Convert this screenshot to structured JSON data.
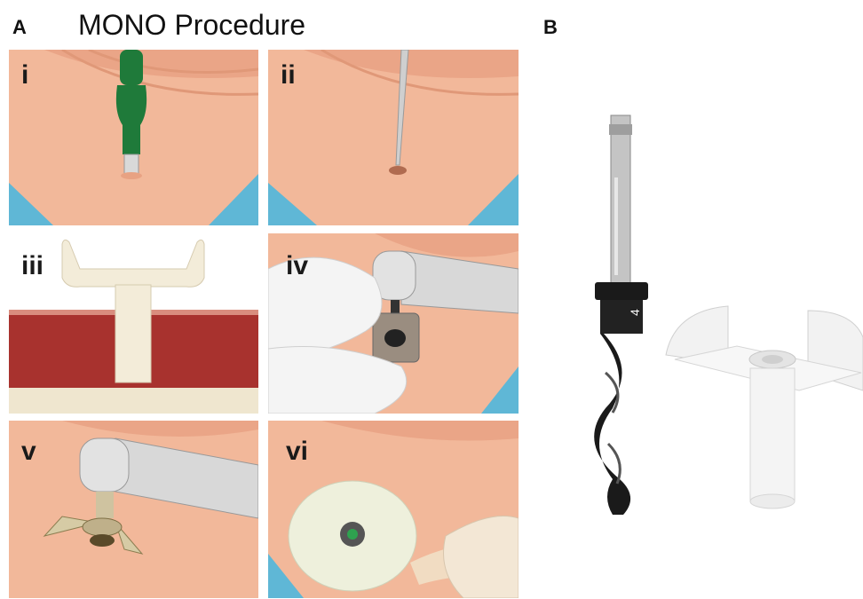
{
  "figure": {
    "label_a": "A",
    "label_b": "B",
    "title": "MONO Procedure"
  },
  "panels": [
    {
      "label": "i"
    },
    {
      "label": "ii"
    },
    {
      "label": "iii"
    },
    {
      "label": "iv"
    },
    {
      "label": "v"
    },
    {
      "label": "vi"
    }
  ],
  "drill_marking": "4",
  "colors": {
    "skin": "#f2b89a",
    "skin_shadow": "#e8a283",
    "drape": "#5fb7d6",
    "punch_green": "#1f7a3a",
    "tissue_red": "#a8322e",
    "bone": "#efe6cf",
    "guide": "#f3ecd9",
    "steel": "#c8c8c8",
    "drill_black": "#1a1a1a"
  }
}
